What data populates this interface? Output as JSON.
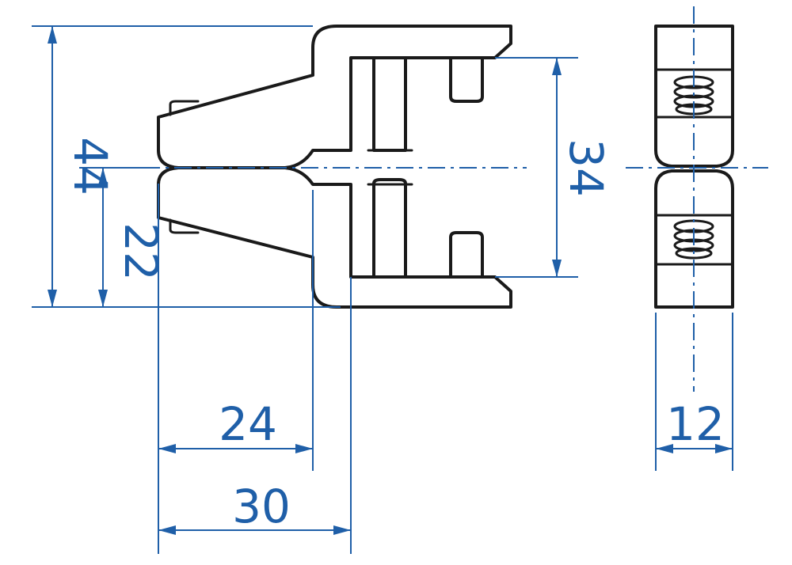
{
  "colors": {
    "dimension": "#1f5fa8",
    "part_outline": "#1a1a1a",
    "background": "#ffffff"
  },
  "dimensions": {
    "overall_height": "44",
    "half_height": "22",
    "inner_span": "34",
    "jaw_depth": "24",
    "body_depth": "30",
    "side_width": "12"
  }
}
